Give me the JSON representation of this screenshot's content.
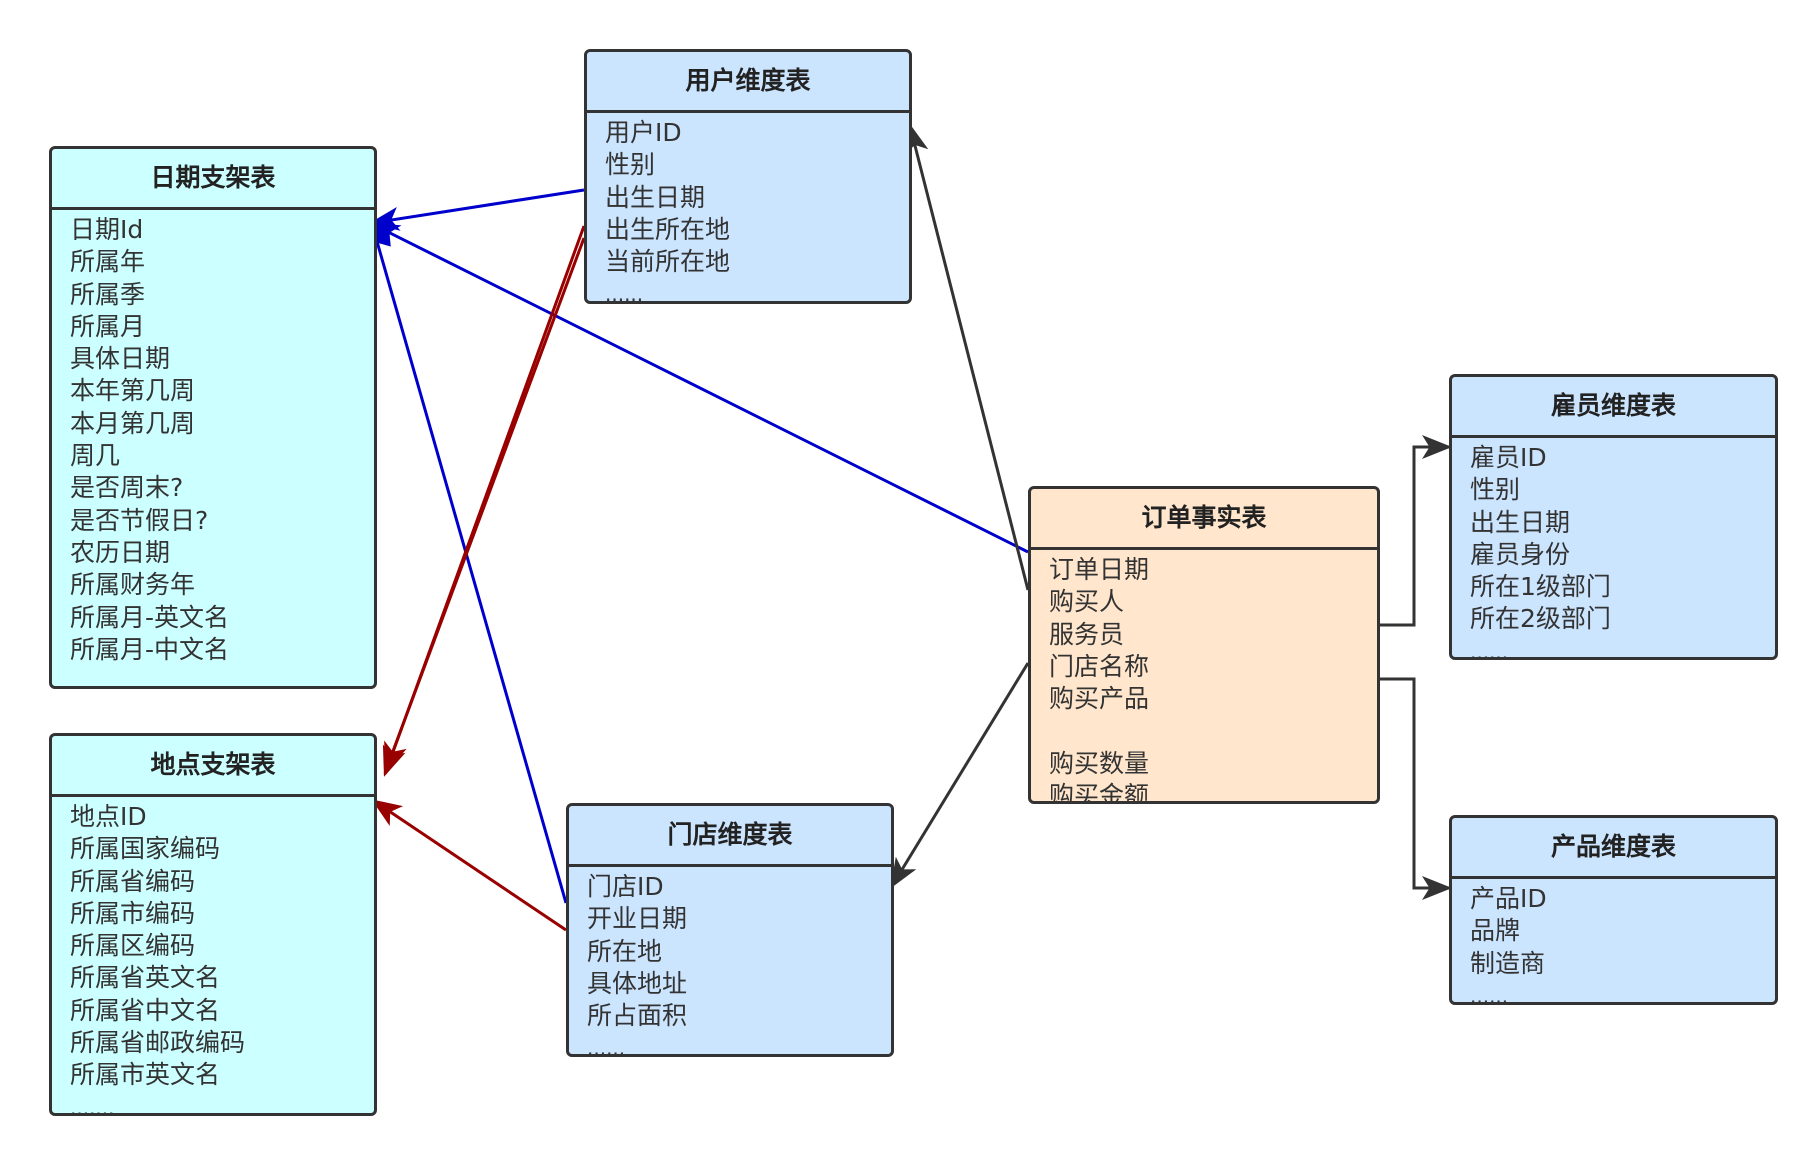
{
  "colors": {
    "support": "#ccffff",
    "dimension": "#cce5ff",
    "fact": "#ffe6cc",
    "border": "#333333",
    "blue_edge": "#0000cc",
    "red_edge": "#990000",
    "dark_edge": "#333333"
  },
  "tables": {
    "date": {
      "title": "日期支架表",
      "fields": [
        "日期Id",
        "所属年",
        "所属季",
        "所属月",
        "具体日期",
        "本年第几周",
        "本月第几周",
        "周几",
        "是否周末?",
        "是否节假日?",
        "农历日期",
        "所属财务年",
        "所属月-英文名",
        "所属月-中文名",
        "........"
      ]
    },
    "location": {
      "title": "地点支架表",
      "fields": [
        "地点ID",
        "所属国家编码",
        "所属省编码",
        "所属市编码",
        "所属区编码",
        "所属省英文名",
        "所属省中文名",
        "所属省邮政编码",
        "所属市英文名",
        "......."
      ]
    },
    "user": {
      "title": "用户维度表",
      "fields": [
        "用户ID",
        "性别",
        "出生日期",
        "出生所在地",
        "当前所在地",
        "......"
      ]
    },
    "store": {
      "title": "门店维度表",
      "fields": [
        "门店ID",
        "开业日期",
        "所在地",
        "具体地址",
        "所占面积",
        "......"
      ]
    },
    "order": {
      "title": "订单事实表",
      "fields": [
        "订单日期",
        "购买人",
        "服务员",
        "门店名称",
        "购买产品",
        "",
        "购买数量",
        "购买金额"
      ]
    },
    "employee": {
      "title": "雇员维度表",
      "fields": [
        "雇员ID",
        "性别",
        "出生日期",
        "雇员身份",
        "所在1级部门",
        "所在2级部门",
        "......"
      ]
    },
    "product": {
      "title": "产品维度表",
      "fields": [
        "产品ID",
        "品牌",
        "制造商",
        "......"
      ]
    }
  },
  "edges": [
    {
      "from": "user",
      "to": "date",
      "color": "blue_edge"
    },
    {
      "from": "order",
      "to": "date",
      "color": "blue_edge"
    },
    {
      "from": "store",
      "to": "date",
      "color": "blue_edge"
    },
    {
      "from": "user",
      "to": "location",
      "color": "red_edge"
    },
    {
      "from": "user",
      "to": "location",
      "color": "red_edge"
    },
    {
      "from": "store",
      "to": "location",
      "color": "red_edge"
    },
    {
      "from": "order",
      "to": "user",
      "color": "dark_edge"
    },
    {
      "from": "order",
      "to": "store",
      "color": "dark_edge"
    },
    {
      "from": "order",
      "to": "employee",
      "color": "dark_edge"
    },
    {
      "from": "order",
      "to": "product",
      "color": "dark_edge"
    }
  ]
}
